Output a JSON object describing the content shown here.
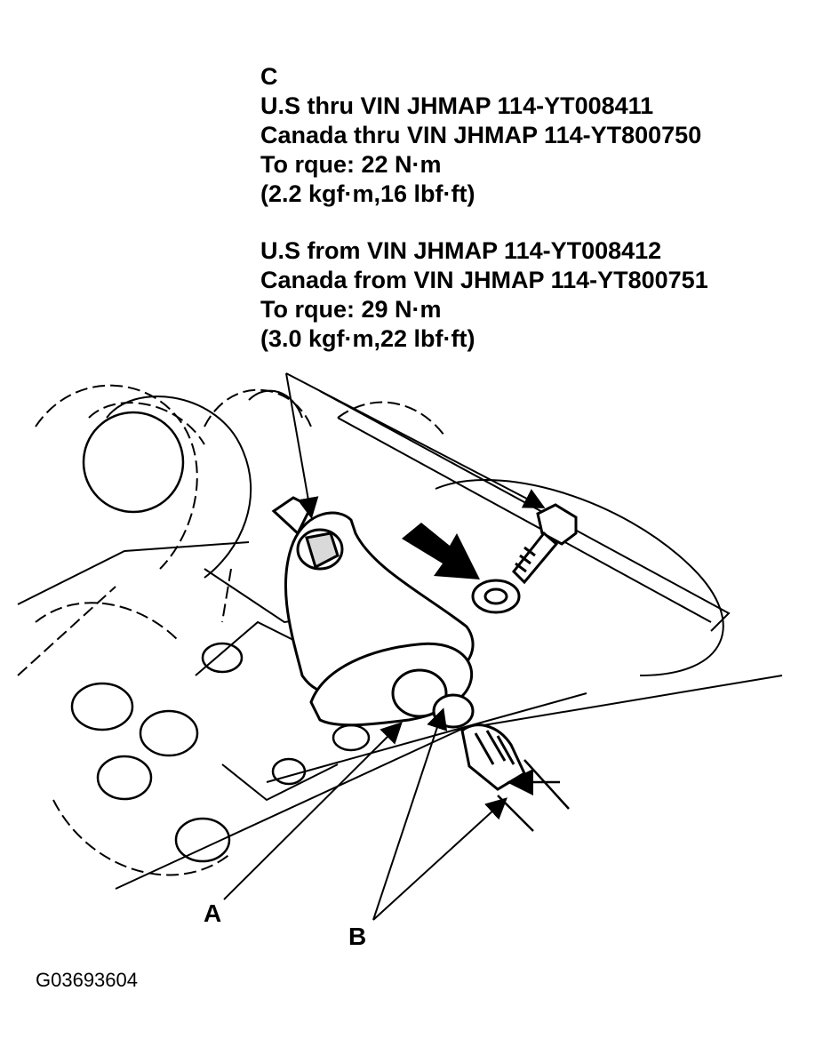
{
  "callout_c": {
    "letter": "C",
    "us_thru": "U.S thru VIN JHMAP 114-YT008411",
    "canada_thru": "Canada thru VIN JHMAP 114-YT800750",
    "torque_1": "To rque: 22 N·m",
    "torque_1_alt": "(2.2 kgf·m,16 lbf·ft)",
    "us_from": "U.S from VIN JHMAP 114-YT008412",
    "canada_from": "Canada from VIN JHMAP 114-YT800751",
    "torque_2": "To rque: 29 N·m",
    "torque_2_alt": "(3.0 kgf·m,22 lbf·ft)"
  },
  "labels": {
    "a": "A",
    "b": "B"
  },
  "figure_id": "G03693604"
}
